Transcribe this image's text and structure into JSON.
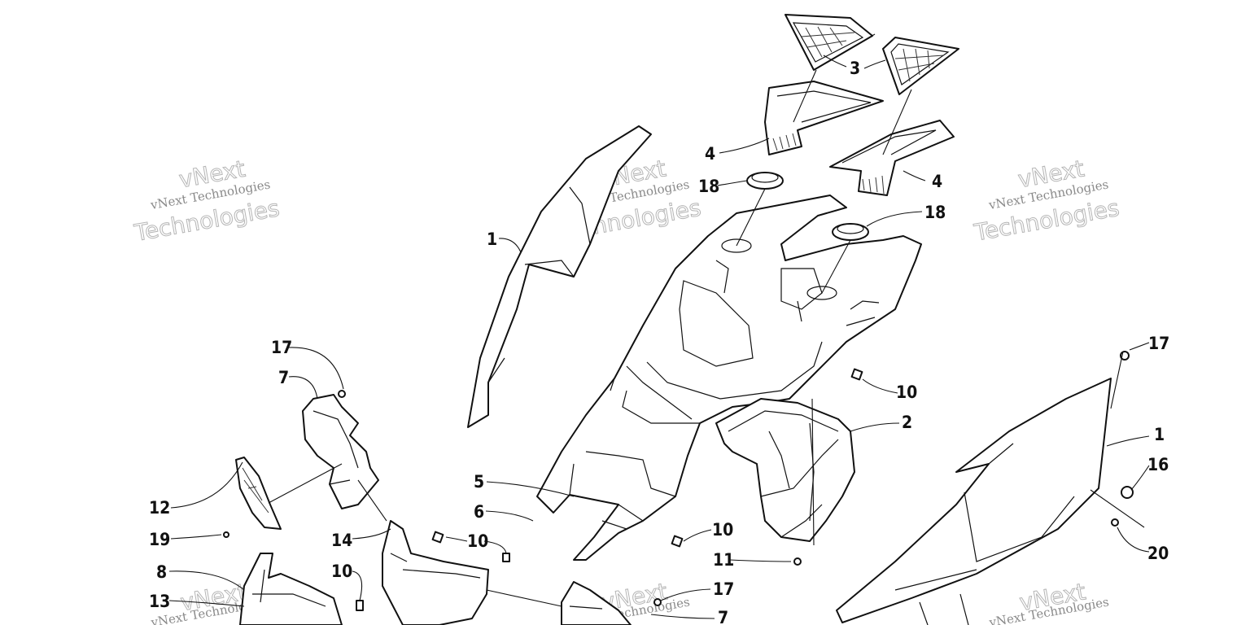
{
  "watermark": {
    "text_a": "vNext Technologies",
    "text_b": "vNext",
    "text_c": "Technologies"
  },
  "callouts": {
    "c1a": "1",
    "c1b": "1",
    "c2": "2",
    "c3": "3",
    "c4a": "4",
    "c4b": "4",
    "c5": "5",
    "c6": "6",
    "c7a": "7",
    "c7b": "7",
    "c8": "8",
    "c10a": "10",
    "c10b": "10",
    "c10c": "10",
    "c10d": "10",
    "c11": "11",
    "c12": "12",
    "c13": "13",
    "c14": "14",
    "c16": "16",
    "c17a": "17",
    "c17b": "17",
    "c17c": "17",
    "c18a": "18",
    "c18b": "18",
    "c19": "19",
    "c20": "20"
  },
  "colors": {
    "line": "#111111",
    "watermark": "#8a8a8a",
    "background": "#ffffff"
  }
}
